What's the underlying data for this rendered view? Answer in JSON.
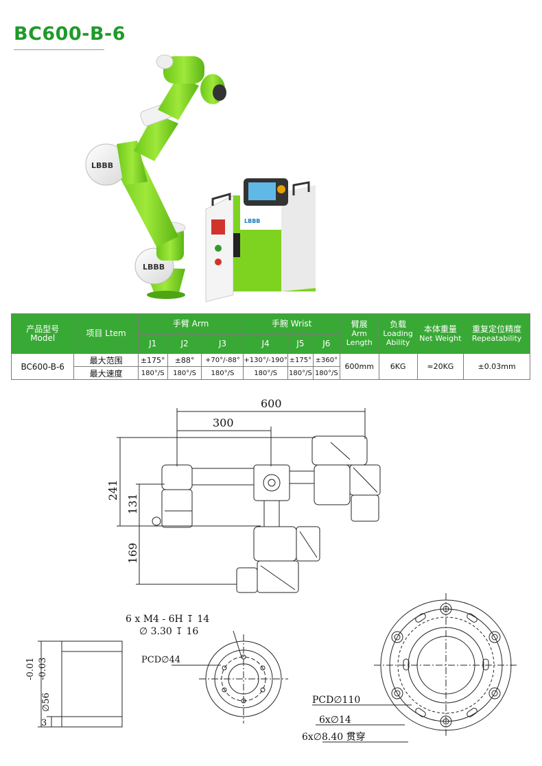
{
  "title": "BC600-B-6",
  "hero": {
    "robot_logo": "LBBB",
    "cabinet_logo": "LBBB"
  },
  "table": {
    "header": {
      "model_cn": "产品型号",
      "model_en": "Model",
      "item_cn": "项目",
      "item_en": "Ltem",
      "arm_label": "手臂 Arm",
      "wrist_label": "手腕 Wrist",
      "joints": [
        "J1",
        "J2",
        "J3",
        "J4",
        "J5",
        "J6"
      ],
      "arm_length_cn": "臂展",
      "arm_length_en1": "Arm",
      "arm_length_en2": "Length",
      "loading_cn": "负载",
      "loading_en1": "Loading",
      "loading_en2": "Ability",
      "weight_cn": "本体重量",
      "weight_en": "Net Weight",
      "repeat_cn": "重复定位精度",
      "repeat_en": "Repeatability"
    },
    "model": "BC600-B-6",
    "row_max_range": {
      "label": "最大范围",
      "values": [
        "±175°",
        "±88°",
        "+70°/-88°",
        "+130°/-190°",
        "±175°",
        "±360°"
      ]
    },
    "row_max_speed": {
      "label": "最大速度",
      "values": [
        "180°/S",
        "180°/S",
        "180°/S",
        "180°/S",
        "180°/S",
        "180°/S"
      ]
    },
    "arm_length": "600mm",
    "loading": "6KG",
    "weight": "≈20KG",
    "repeatability": "±0.03mm"
  },
  "drawing_side": {
    "dim_600": "600",
    "dim_300": "300",
    "dim_241": "241",
    "dim_131": "131",
    "dim_169": "169"
  },
  "drawing_flange": {
    "thread_note": "6 x  M4 - 6H ↧ 14",
    "hole_note": "∅ 3.30 ↧ 16",
    "pcd_small": "PCD∅44",
    "tol_upper": "-0.01",
    "tol_lower": "-0.03",
    "dia_56": "∅56",
    "dim_3": "3"
  },
  "drawing_base": {
    "pcd_large": "PCD∅110",
    "holes_14": "6x∅14",
    "holes_through": "6x∅8.40 贯穿"
  },
  "colors": {
    "brand_green": "#39a935",
    "title_green": "#1f9a2a",
    "robot_green": "#8bdc2c"
  }
}
